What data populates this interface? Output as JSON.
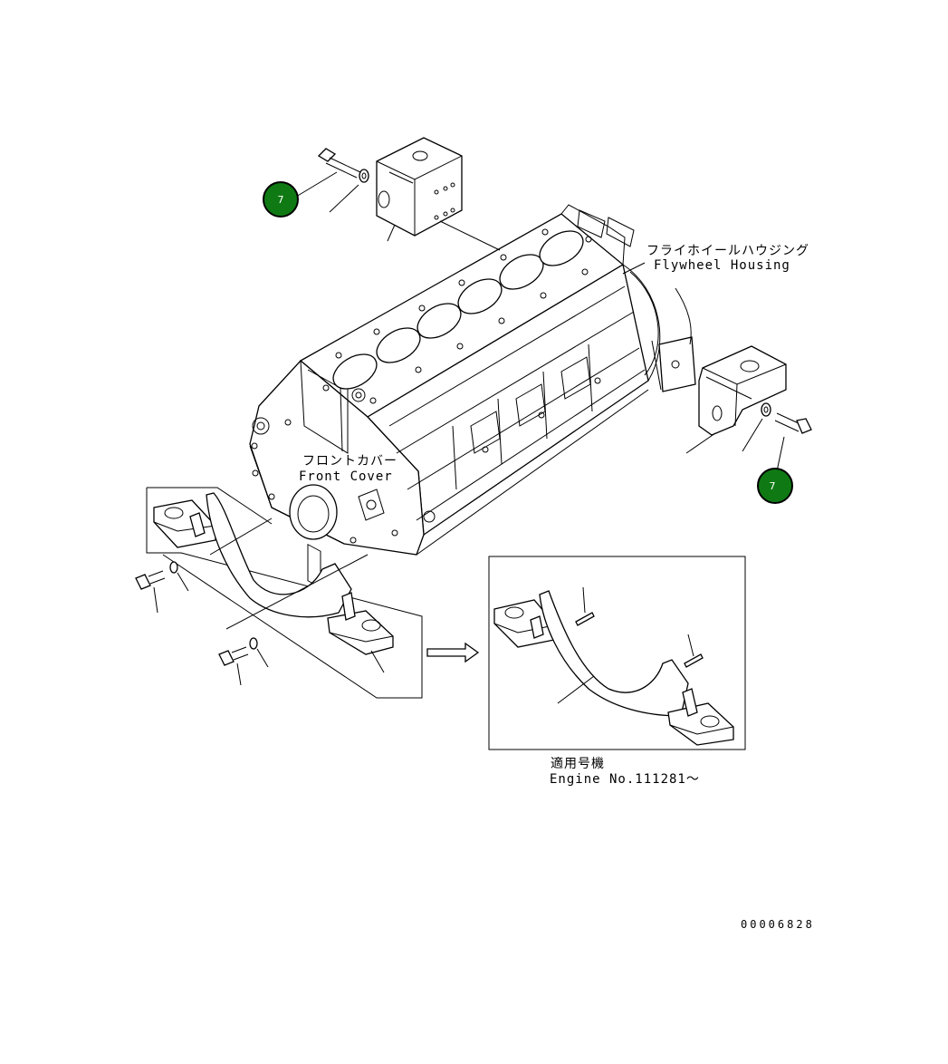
{
  "labels": {
    "flywheel_jp": "フライホイールハウジング",
    "flywheel_en": "Flywheel Housing",
    "front_jp": "フロントカバー",
    "front_en": "Front Cover",
    "applicable_jp": "適用号機",
    "engine_no": "Engine No.111281～",
    "drawing_no": "00006828"
  },
  "callouts": [
    {
      "number": "7",
      "color": "#0f7a14"
    },
    {
      "number": "7",
      "color": "#0f7a14"
    }
  ]
}
